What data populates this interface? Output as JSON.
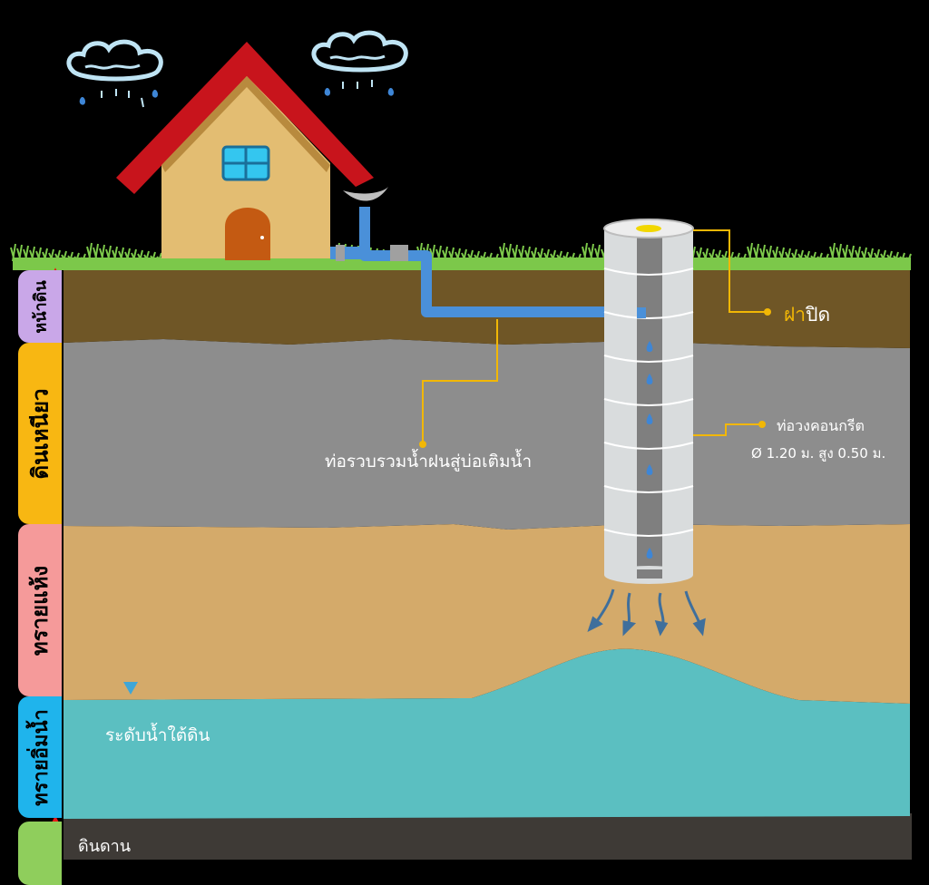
{
  "layers": [
    {
      "label": "หน้าดิน",
      "color": "#6f5626",
      "tab_color": "#c9a7e8"
    },
    {
      "label": "ดินเหนียว",
      "color": "#8d8d8d",
      "tab_color": "#f8b712"
    },
    {
      "label": "ทรายแห้ง",
      "color": "#d4aa6a",
      "tab_color": "#f59a9a"
    },
    {
      "label": "ทรายอิ่มน้ำ",
      "color": "#5bbfc1",
      "tab_color": "#1fb4ec"
    },
    {
      "label": "",
      "color": "#3e3a36",
      "tab_color": "#8fce5c"
    }
  ],
  "labels": {
    "pipe": "ท่อรวบรวมน้ำฝนสู่บ่อเติมน้ำ",
    "lid_prefix": "ฝา",
    "lid_suffix": "ปิด",
    "ring_title": "ท่อวงคอนกรีต",
    "ring_spec": "Ø 1.20 ม. สูง 0.50 ม.",
    "water_table": "ระดับน้ำใต้ดิน",
    "bedrock": "ดินดาน"
  },
  "colors": {
    "background": "#000000",
    "grass": "#7cc84a",
    "roof": "#c8141c",
    "house_wall": "#e3bd72",
    "door": "#c45a12",
    "window": "#34c6ef",
    "pipe": "#4a90d9",
    "leader": "#f2b705",
    "accent_yellow": "#f2b705",
    "well_concrete": "#d9dcdd",
    "well_core": "#7f7f7f",
    "drop": "#3e86d6",
    "rain_cloud": "#bfe4f4",
    "arrow_red": "#e81818"
  },
  "icons": [
    "rain-cloud-icon",
    "house-icon",
    "gutter-icon",
    "water-drop-icon",
    "water-table-marker-icon",
    "seepage-arrow-icon"
  ]
}
